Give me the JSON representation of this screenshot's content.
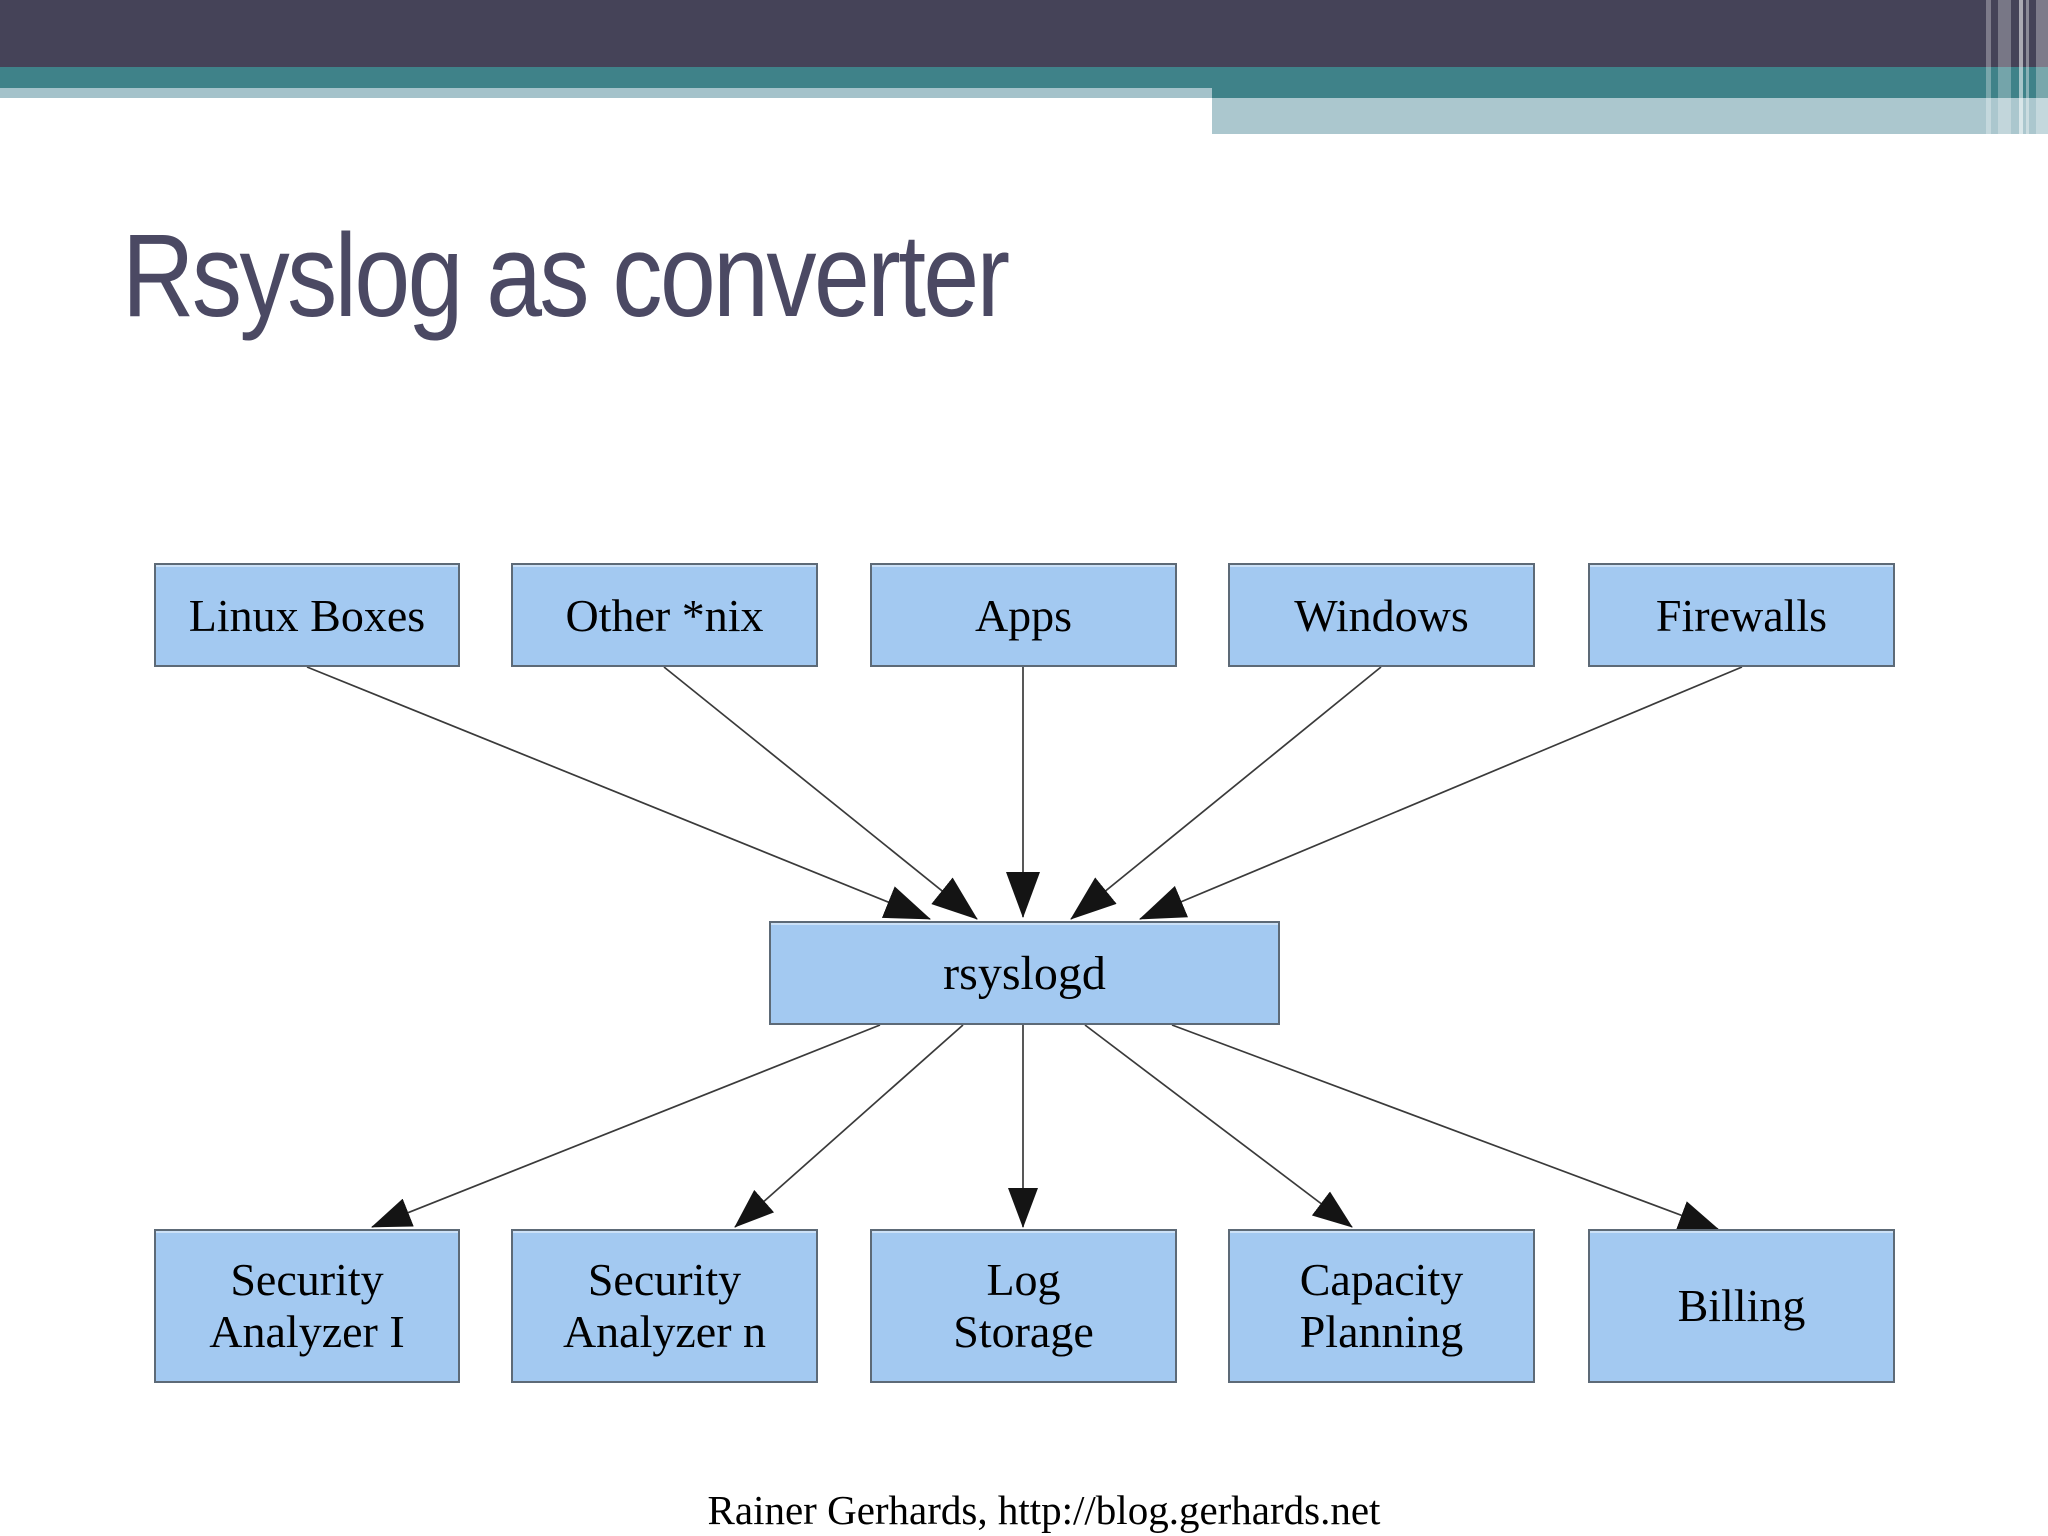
{
  "title": "Rsyslog as converter",
  "diagram": {
    "sources": [
      "Linux Boxes",
      "Other *nix",
      "Apps",
      "Windows",
      "Firewalls"
    ],
    "hub": "rsyslogd",
    "sinks": [
      "Security Analyzer I",
      "Security Analyzer n",
      "Log Storage",
      "Capacity Planning",
      "Billing"
    ]
  },
  "footer": "Rainer Gerhards, http://blog.gerhards.net",
  "colors": {
    "header_dark": "#454358",
    "header_teal": "#3F8289",
    "header_light": "#A4C2CA",
    "box_fill": "#A3C9F1",
    "box_border": "#5D6A77",
    "title_text": "#4B4963",
    "arrow": "#3A3A3A"
  }
}
